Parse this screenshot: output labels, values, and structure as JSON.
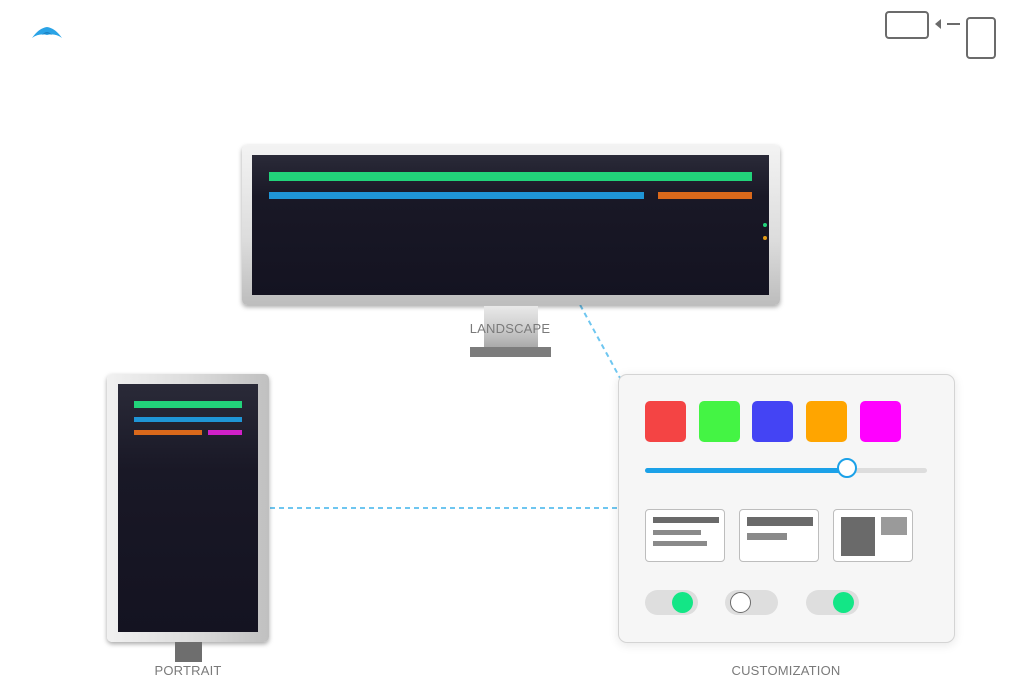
{
  "landscape": {
    "label": "LANDSCAPE",
    "bar_colors": [
      "#22d37a",
      "#1f95d6",
      "#d9681b"
    ]
  },
  "portrait": {
    "label": "PORTRAIT",
    "bar_colors": [
      "#22d37a",
      "#1f95d6",
      "#d9681b",
      "#d020c8"
    ]
  },
  "customization": {
    "label": "CUSTOMIZATION",
    "swatches": [
      "#f44444",
      "#44f444",
      "#4444f4",
      "#ffa500",
      "#ff00ff"
    ],
    "slider_value": 0.715,
    "accent_color": "#1ba1e8",
    "layouts": [
      "text-lines",
      "header-and-bar",
      "image-blocks"
    ],
    "toggles": [
      {
        "name": "toggle-1",
        "on": true
      },
      {
        "name": "toggle-2",
        "on": false
      },
      {
        "name": "toggle-3",
        "on": true
      }
    ],
    "toggle_on_color": "#13e686"
  },
  "icons": {
    "logo": "wing-logo-icon",
    "orientation": "landscape-to-portrait-icon"
  }
}
